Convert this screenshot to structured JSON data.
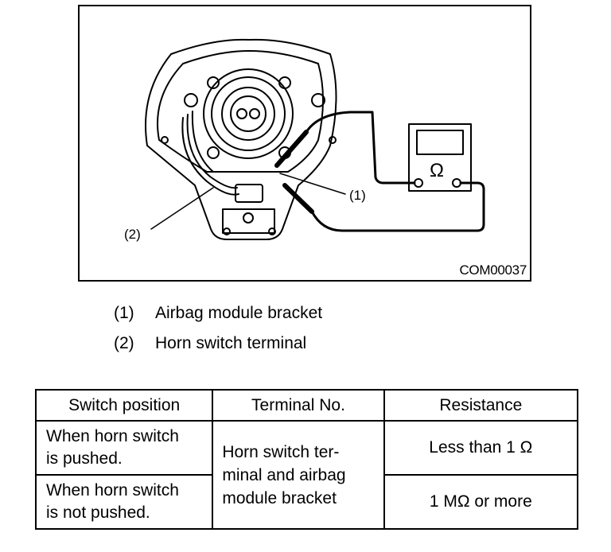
{
  "figure": {
    "callout_1": "(1)",
    "callout_2": "(2)",
    "meter_symbol": "Ω",
    "code": "COM00037"
  },
  "legend": [
    {
      "num": "(1)",
      "text": "Airbag module bracket"
    },
    {
      "num": "(2)",
      "text": "Horn switch terminal"
    }
  ],
  "table": {
    "headers": [
      "Switch position",
      "Terminal No.",
      "Resistance"
    ],
    "rows": [
      {
        "switch_position": [
          "When horn switch",
          "is pushed."
        ],
        "resistance": "Less than 1 Ω"
      },
      {
        "switch_position": [
          "When horn switch",
          "is not pushed."
        ],
        "resistance": "1 MΩ or more"
      }
    ],
    "terminal_no": [
      "Horn switch ter-",
      "minal and airbag",
      "module bracket"
    ]
  }
}
